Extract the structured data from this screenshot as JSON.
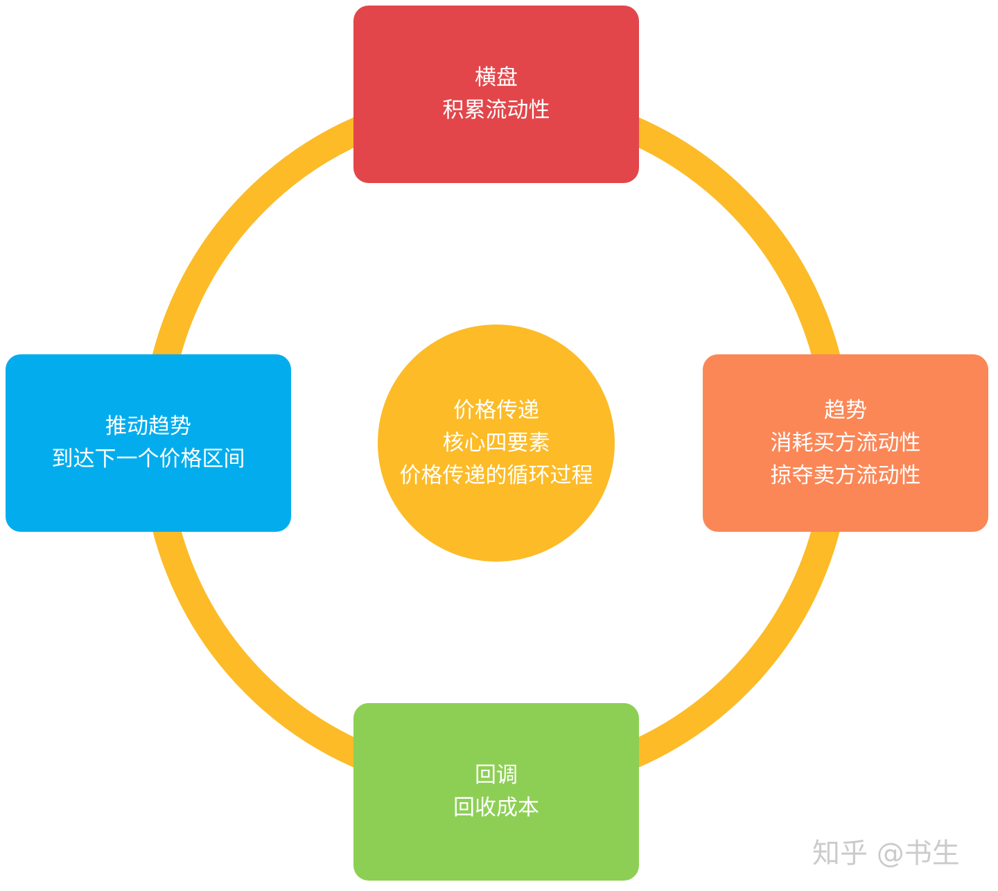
{
  "colors": {
    "ring": "#fcbb27",
    "center": "#fcbb27",
    "top": "#e2464a",
    "right": "#fb8757",
    "bottom": "#8dcf55",
    "left": "#03aded"
  },
  "center": {
    "lines": [
      "价格传递",
      "核心四要素",
      "价格传递的循环过程"
    ]
  },
  "nodes": {
    "top": {
      "title": "横盘",
      "lines": [
        "积累流动性"
      ]
    },
    "right": {
      "title": "趋势",
      "lines": [
        "消耗买方流动性",
        "掠夺卖方流动性"
      ]
    },
    "bottom": {
      "title": "回调",
      "lines": [
        "回收成本"
      ]
    },
    "left": {
      "title": "推动趋势",
      "lines": [
        "到达下一个价格区间"
      ]
    }
  },
  "watermark": "知乎 @书生"
}
